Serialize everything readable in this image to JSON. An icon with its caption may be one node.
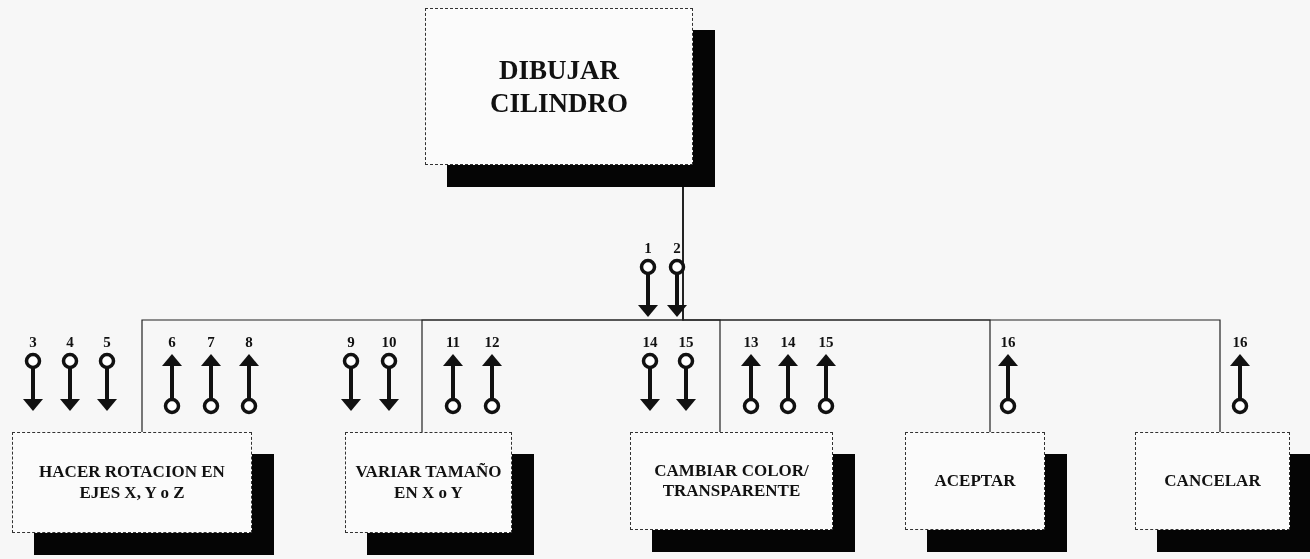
{
  "diagram": {
    "nodes": [
      {
        "text": [
          "DIBUJAR CILINDRO"
        ]
      },
      {
        "text": [
          "HACER ROTACION EN EJES X, Y o Z"
        ]
      },
      {
        "text": [
          "VARIAR TAMAÑO EN X o Y"
        ]
      },
      {
        "text": [
          "CAMBIAR COLOR/ TRANSPARENTE"
        ]
      },
      {
        "text": [
          "ACEPTAR"
        ]
      },
      {
        "text": [
          "CANCELAR"
        ]
      }
    ],
    "edges": [
      {
        "from": 0,
        "to": 1,
        "arrow": "none"
      },
      {
        "from": 0,
        "to": 2,
        "arrow": "none"
      },
      {
        "from": 0,
        "to": 3,
        "arrow": "none"
      },
      {
        "from": 0,
        "to": 4,
        "arrow": "none"
      },
      {
        "from": 0,
        "to": 5,
        "arrow": "none"
      }
    ],
    "labels": [
      "1",
      "2",
      "3",
      "4",
      "5",
      "6",
      "7",
      "8",
      "9",
      "10",
      "11",
      "12",
      "14",
      "15",
      "13",
      "14",
      "15",
      "16",
      "16"
    ]
  }
}
